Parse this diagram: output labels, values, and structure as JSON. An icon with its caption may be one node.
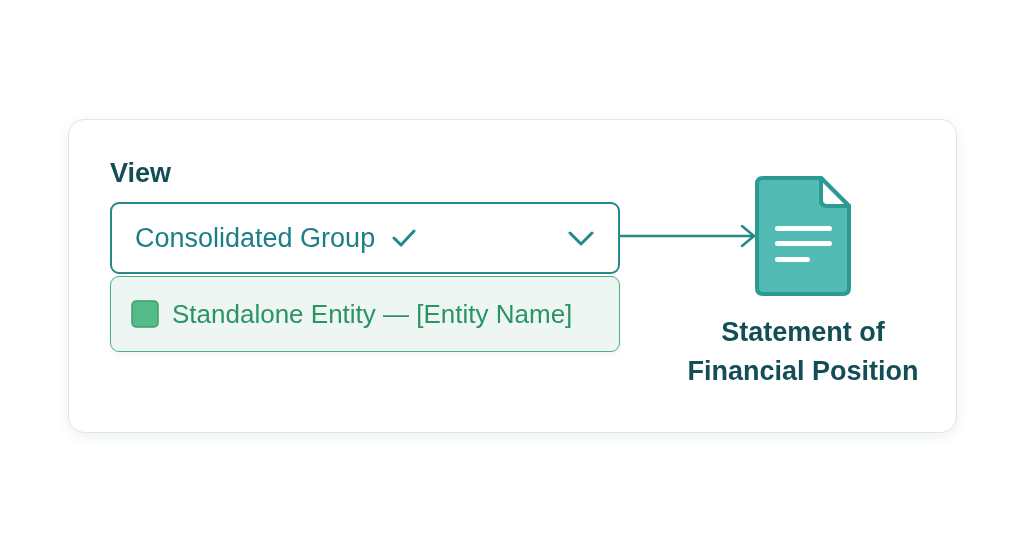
{
  "diagram": {
    "nodes": [
      {
        "text": [],
        "shape": "box"
      },
      {
        "text": [
          "View",
          "Consolidated Group"
        ],
        "in": 0
      },
      {
        "text": [
          "Standalone Entity — [Entity Name]"
        ],
        "in": 0
      },
      {
        "text": [],
        "shape": "document",
        "beside": [
          "Statement of Financial Position"
        ],
        "in": 0
      }
    ],
    "edges": [
      {
        "from": 1,
        "to": 3,
        "arrow": "to"
      }
    ]
  }
}
